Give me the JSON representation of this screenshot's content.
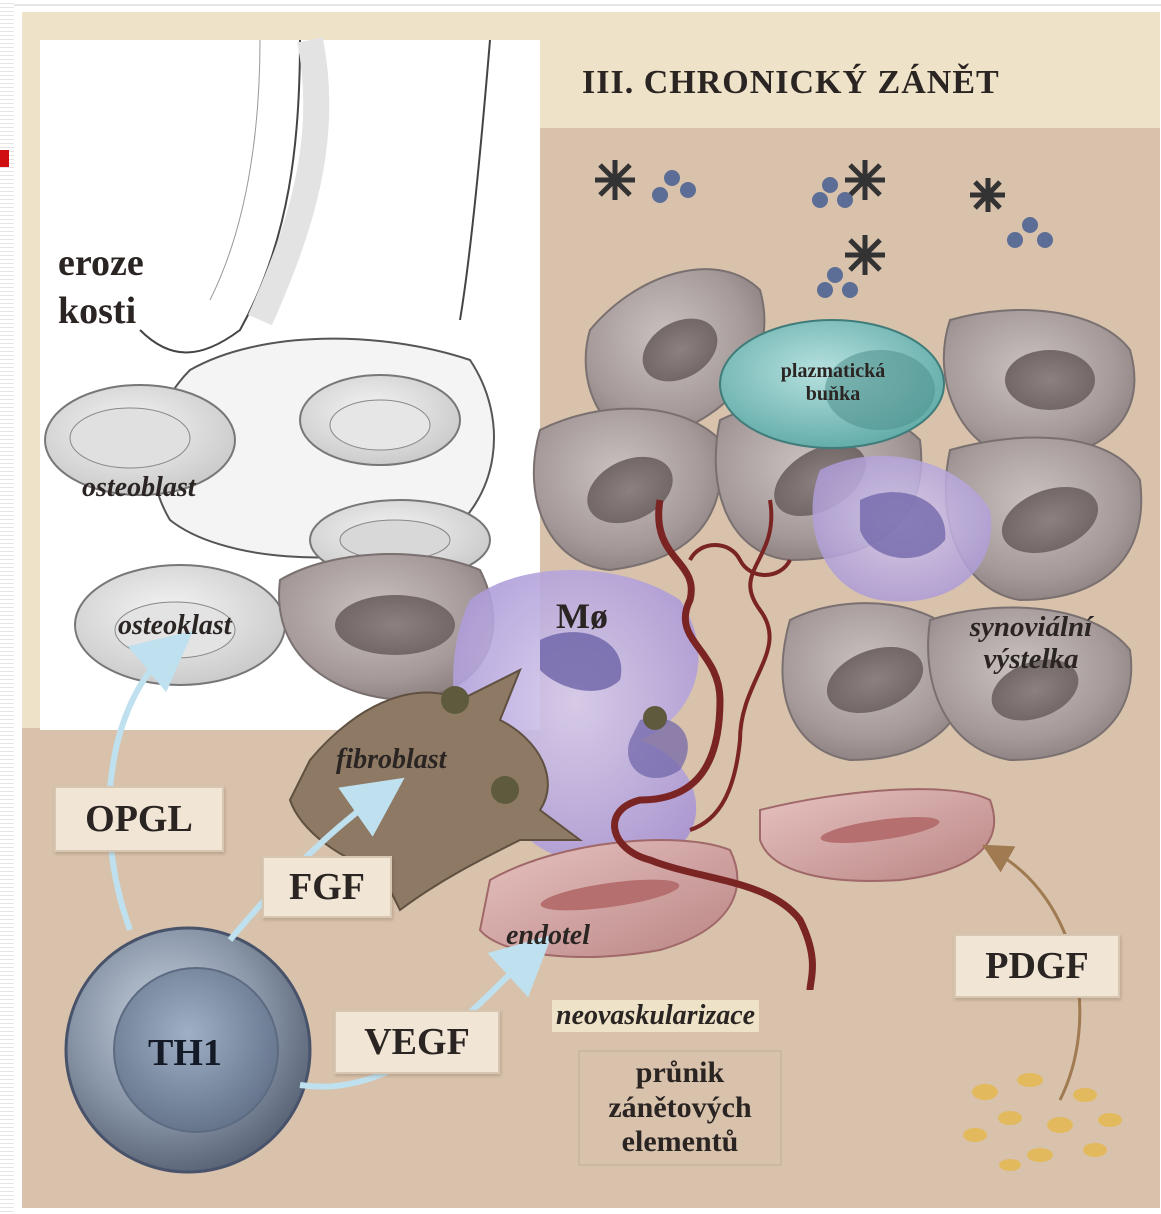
{
  "title": "III. CHRONICKÝ ZÁNĚT",
  "labels": {
    "erosion": "eroze\nkosti",
    "osteoblast": "osteoblast",
    "osteoclast": "osteoklast",
    "macrophage": "Mø",
    "plasma_cell": "plazmatická\nbuňka",
    "synovial": "synoviální\nvýstelka",
    "fibroblast": "fibroblast",
    "endothelium": "endotel",
    "neovascularization": "neovaskularizace",
    "infiltration": "průnik\nzánětových\nelementů",
    "th1": "TH1"
  },
  "factors": {
    "opgl": "OPGL",
    "fgf": "FGF",
    "vegf": "VEGF",
    "pdgf": "PDGF"
  },
  "colors": {
    "background": "#eee2c8",
    "tissue": "#d8c2ac",
    "bone": "#f7f7f7",
    "cell_gray": "#a59a99",
    "macrophage": "#b9a7dc",
    "plasma_cell": "#7fc3c0",
    "endothelium": "#cf9f9e",
    "fibroblast": "#8e7965",
    "th1": "#6f7c8e",
    "vessel": "#7a2424",
    "arrow": "#bfe0ee"
  }
}
